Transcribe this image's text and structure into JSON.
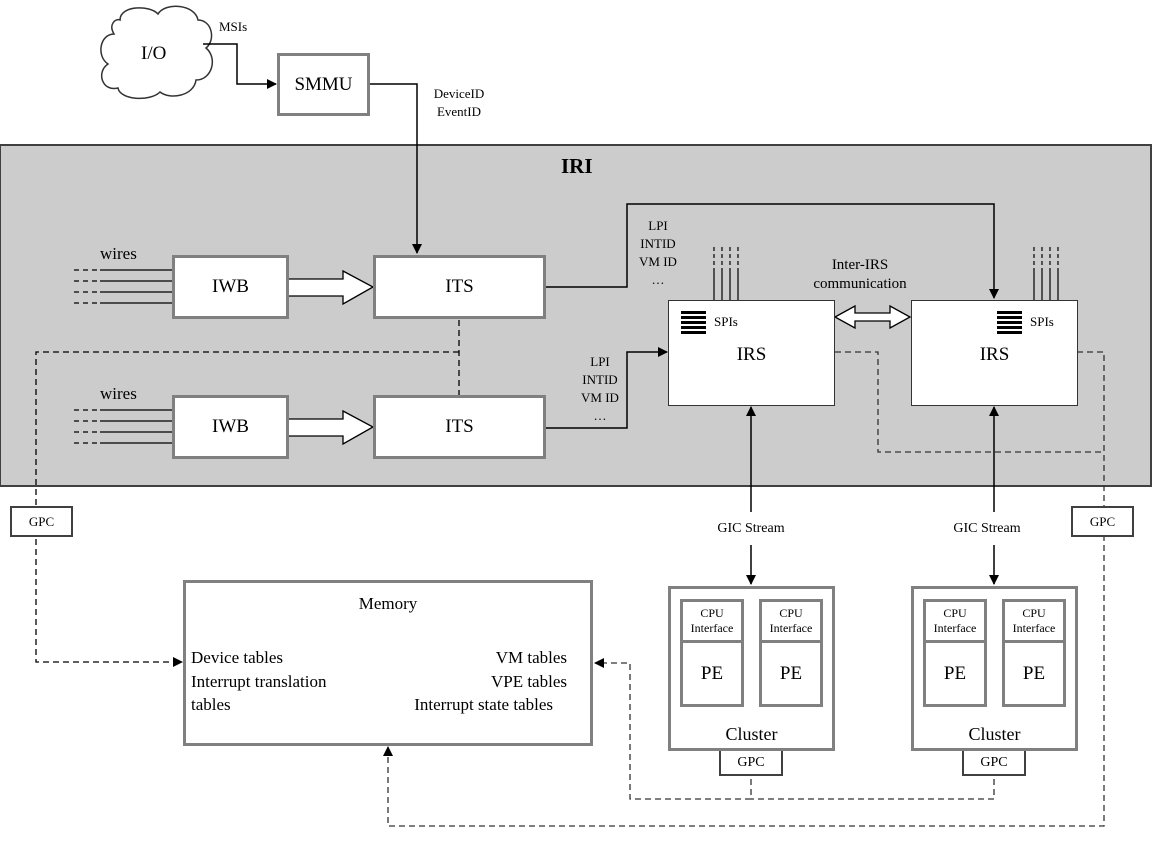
{
  "io": {
    "label": "I/O",
    "msis_label": "MSIs"
  },
  "smmu": {
    "label": "SMMU",
    "output_labels": [
      "DeviceID",
      "EventID"
    ]
  },
  "iri": {
    "title": "IRI",
    "wires_label": "wires",
    "iwb_label": "IWB",
    "its_label": "ITS",
    "irs_label": "IRS",
    "spis_label": "SPIs",
    "inter_irs_label": [
      "Inter-IRS",
      "communication"
    ],
    "its_to_irs_labels": [
      "LPI",
      "INTID",
      "VM ID",
      "..."
    ],
    "background_color": "#cccccc"
  },
  "gic_stream_label": "GIC Stream",
  "gpc_label": "GPC",
  "memory": {
    "title": "Memory",
    "left_items": [
      "Device tables",
      "Interrupt translation",
      "tables"
    ],
    "right_items": [
      "VM tables",
      "VPE tables",
      "Interrupt state tables"
    ]
  },
  "cluster": {
    "label": "Cluster",
    "cpu_interface_label": [
      "CPU",
      "Interface"
    ],
    "pe_label": "PE"
  }
}
